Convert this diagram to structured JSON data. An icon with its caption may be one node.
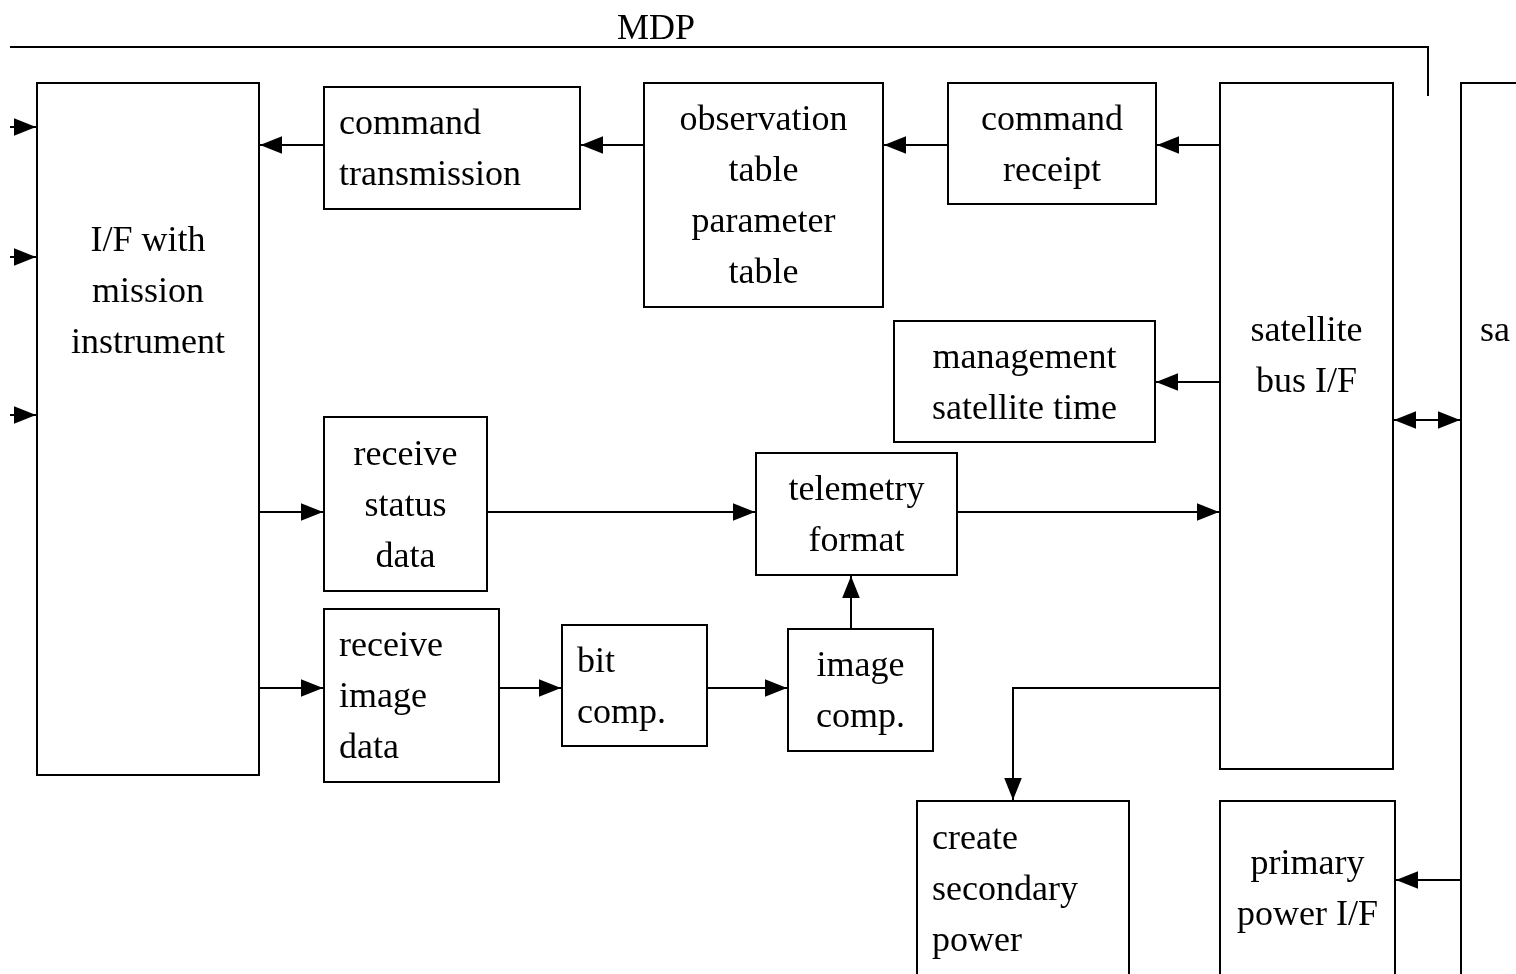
{
  "diagram": {
    "nodes": [
      {
        "text": [
          "I/F with mission instrument"
        ]
      },
      {
        "text": [
          "command transmission"
        ]
      },
      {
        "text": [
          "observation table",
          "parameter table"
        ]
      },
      {
        "text": [
          "command receipt"
        ]
      },
      {
        "text": [
          "satellite bus I/F"
        ]
      },
      {
        "text": [
          "management satellite time"
        ]
      },
      {
        "text": [
          "receive status data"
        ]
      },
      {
        "text": [
          "telemetry format"
        ]
      },
      {
        "text": [
          "receive image data"
        ]
      },
      {
        "text": [
          "bit comp."
        ]
      },
      {
        "text": [
          "image comp."
        ]
      },
      {
        "text": [
          "create secondary power"
        ]
      },
      {
        "text": [
          "primary power I/F"
        ]
      },
      {
        "text": [
          "sa"
        ]
      }
    ],
    "edges": [
      {
        "from": null,
        "to": 0,
        "arrow": "to"
      },
      {
        "from": null,
        "to": 0,
        "arrow": "to"
      },
      {
        "from": null,
        "to": 0,
        "arrow": "to"
      },
      {
        "from": 4,
        "to": 3,
        "arrow": "to"
      },
      {
        "from": 3,
        "to": 2,
        "arrow": "to"
      },
      {
        "from": 2,
        "to": 1,
        "arrow": "to"
      },
      {
        "from": 1,
        "to": 0,
        "arrow": "to"
      },
      {
        "from": 4,
        "to": 5,
        "arrow": "to"
      },
      {
        "from": 0,
        "to": 6,
        "arrow": "to"
      },
      {
        "from": 6,
        "to": 7,
        "arrow": "to"
      },
      {
        "from": 7,
        "to": 4,
        "arrow": "to"
      },
      {
        "from": 0,
        "to": 8,
        "arrow": "to"
      },
      {
        "from": 8,
        "to": 9,
        "arrow": "to"
      },
      {
        "from": 9,
        "to": 10,
        "arrow": "to"
      },
      {
        "from": 10,
        "to": 7,
        "arrow": "to"
      },
      {
        "from": 4,
        "to": 11,
        "arrow": "to"
      },
      {
        "from": 4,
        "to": 13,
        "arrow": "both"
      },
      {
        "from": 13,
        "to": 12,
        "arrow": "to"
      }
    ],
    "labels": [
      "MDP"
    ]
  }
}
